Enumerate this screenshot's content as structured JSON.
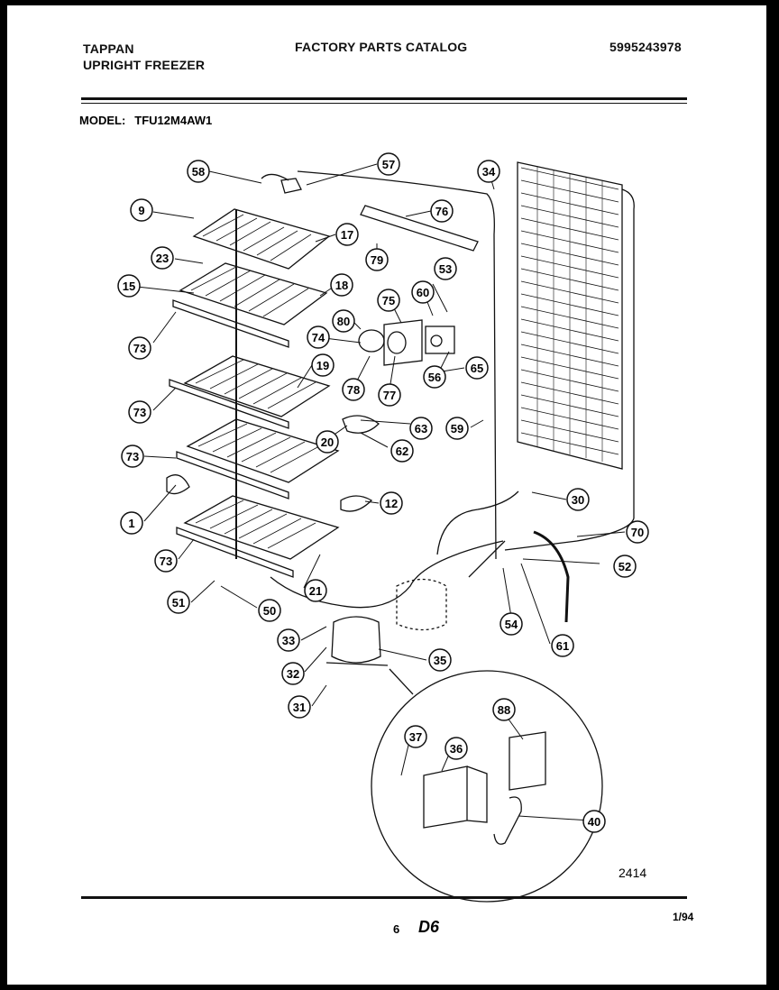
{
  "header": {
    "brand": "TAPPAN",
    "product": "UPRIGHT FREEZER",
    "catalog_title": "FACTORY PARTS CATALOG",
    "catalog_number": "5995243978"
  },
  "model": {
    "label": "MODEL:",
    "value": "TFU12M4AW1"
  },
  "callouts": [
    "58",
    "57",
    "34",
    "9",
    "76",
    "17",
    "23",
    "79",
    "53",
    "15",
    "18",
    "75",
    "60",
    "80",
    "73",
    "74",
    "65",
    "19",
    "78",
    "77",
    "56",
    "73",
    "63",
    "59",
    "20",
    "62",
    "73",
    "30",
    "12",
    "1",
    "70",
    "73",
    "52",
    "21",
    "51",
    "50",
    "54",
    "61",
    "33",
    "35",
    "32",
    "31",
    "88",
    "37",
    "36",
    "40"
  ],
  "figure_number": "2414",
  "footer": {
    "page_num": "6",
    "section": "D6",
    "date": "1/94"
  }
}
